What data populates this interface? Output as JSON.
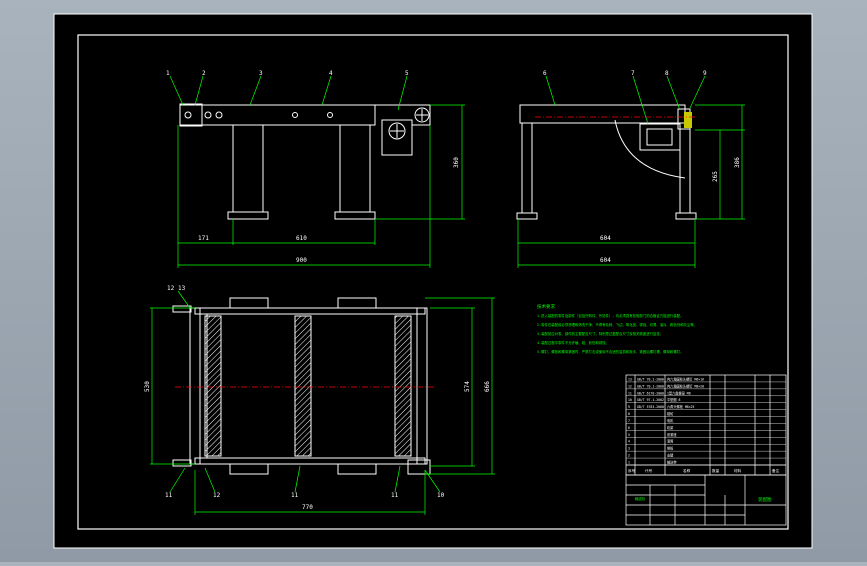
{
  "colors": {
    "background": "#000000",
    "line": "#ffffff",
    "dimension": "#00ff00",
    "centerline": "#ff0000",
    "note_text": "#00ff00",
    "title_text": "#00ff00"
  },
  "front_view": {
    "balloons": [
      "1",
      "2",
      "3",
      "4",
      "5"
    ],
    "dims": {
      "span_left": "171",
      "span_mid": "610",
      "overall": "900",
      "height": "360"
    }
  },
  "side_view": {
    "balloons": [
      "6",
      "7",
      "8",
      "9"
    ],
    "dims": {
      "width": "604",
      "overall": "604",
      "h_small": "265",
      "h_large": "386"
    }
  },
  "top_view": {
    "balloons_top": [
      "12",
      "13"
    ],
    "balloons_bottom": [
      "11",
      "12",
      "11",
      "11",
      "10"
    ],
    "dims": {
      "width": "770",
      "left": "530",
      "right_inner": "574",
      "right_outer": "666"
    }
  },
  "tech_notes": {
    "title": "技术要求",
    "lines": [
      "1.进入装配的零件及部件（包括外购件、外协件），均必须具有检验部门的合格证方能进行装配。",
      "2.零件在装配前必须清理和清洗干净，不得有毛刺、飞边、氧化皮、锈蚀、切屑、油污、着色剂和灰尘等。",
      "3.装配前应对零、部件的主要配合尺寸，特别是过盈配合尺寸及相关精度进行复查。",
      "4.装配过程中零件不允许磕、碰、划伤和锈蚀。",
      "5.螺钉、螺栓和螺母紧固时，严禁打击或使用不合适的旋具和扳手，紧固后螺钉槽、螺母和螺钉。"
    ]
  },
  "parts_table": {
    "rows": [
      [
        "13",
        "GB/T 70.1-2000",
        "内六角圆柱头螺钉 M6×16"
      ],
      [
        "12",
        "GB/T 70.1-2000",
        "内六角圆柱头螺钉 M8×20"
      ],
      [
        "11",
        "GB/T 6170-2000",
        "1型六角螺母 M8"
      ],
      [
        "10",
        "GB/T 97.1-2002",
        "平垫圈 8"
      ],
      [
        "9",
        "GB/T 5783-2000",
        "六角头螺栓 M8×25"
      ],
      [
        "8",
        "",
        "链轮"
      ],
      [
        "7",
        "",
        "电机"
      ],
      [
        "6",
        "",
        "机架"
      ],
      [
        "5",
        "",
        "张紧座"
      ],
      [
        "4",
        "",
        "滚筒"
      ],
      [
        "3",
        "",
        "侧板"
      ],
      [
        "2",
        "",
        "支腿"
      ],
      [
        "1",
        "",
        "输送带"
      ]
    ],
    "header": [
      "序号",
      "代号",
      "名称",
      "数量",
      "材料",
      "备注"
    ]
  },
  "title_block": {
    "drawing_name": "装配图",
    "company": "输送机"
  }
}
